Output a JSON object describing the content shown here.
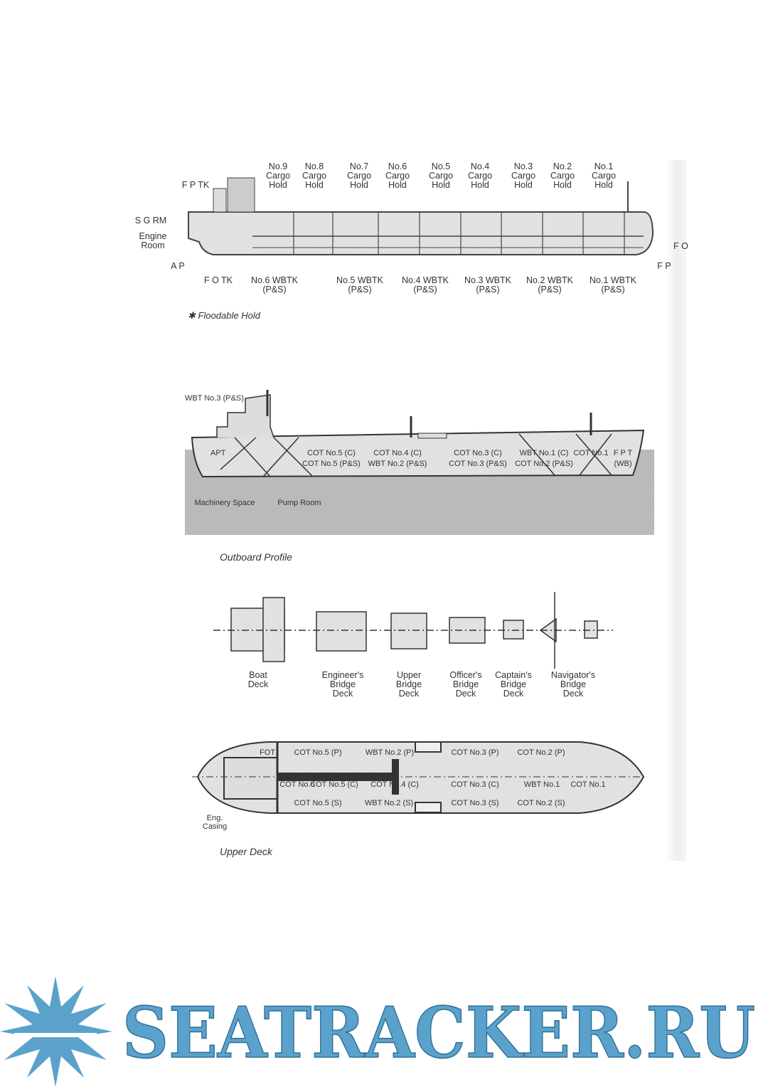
{
  "profile": {
    "holds": [
      {
        "no": "No.9",
        "l1": "Cargo",
        "l2": "Hold"
      },
      {
        "no": "No.8",
        "l1": "Cargo",
        "l2": "Hold"
      },
      {
        "no": "No.7",
        "l1": "Cargo",
        "l2": "Hold"
      },
      {
        "no": "No.6",
        "l1": "Cargo",
        "l2": "Hold"
      },
      {
        "no": "No.5",
        "l1": "Cargo",
        "l2": "Hold"
      },
      {
        "no": "No.4",
        "l1": "Cargo",
        "l2": "Hold"
      },
      {
        "no": "No.3",
        "l1": "Cargo",
        "l2": "Hold"
      },
      {
        "no": "No.2",
        "l1": "Cargo",
        "l2": "Hold"
      },
      {
        "no": "No.1",
        "l1": "Cargo",
        "l2": "Hold"
      }
    ],
    "wbtk": [
      {
        "name": "No.6 WBTK",
        "sub": "(P&S)"
      },
      {
        "name": "No.5 WBTK",
        "sub": "(P&S)"
      },
      {
        "name": "No.4 WBTK",
        "sub": "(P&S)"
      },
      {
        "name": "No.3 WBTK",
        "sub": "(P&S)"
      },
      {
        "name": "No.2 WBTK",
        "sub": "(P&S)"
      },
      {
        "name": "No.1 WBTK",
        "sub": "(P&S)"
      }
    ],
    "fptk": "F P TK",
    "sgrm": "S G RM",
    "engine_room_1": "Engine",
    "engine_room_2": "Room",
    "ap": "A P",
    "fp": "F P",
    "fotk": "F O TK",
    "fo_edge": "F O",
    "floodable_note": "✱ Floodable Hold"
  },
  "outboard": {
    "wbt3": "WBT No.3 (P&S)",
    "apt": "APT",
    "cot5c": "COT No.5 (C)",
    "cot5ps": "COT No.5 (P&S)",
    "cot4c": "COT No.4 (C)",
    "wbt2ps": "WBT No.2 (P&S)",
    "cot3c": "COT No.3 (C)",
    "cot3ps": "COT No.3 (P&S)",
    "wbt1c": "WBT No.1 (C)",
    "cot2ps": "COT No.2 (P&S)",
    "cot1": "COT No.1",
    "fpt": "F P T",
    "wb": "(WB)",
    "machinery": "Machinery Space",
    "pump": "Pump Room",
    "caption": "Outboard Profile"
  },
  "decks": [
    {
      "l1": "Boat",
      "l2": "Deck",
      "l3": ""
    },
    {
      "l1": "Engineer's",
      "l2": "Bridge",
      "l3": "Deck"
    },
    {
      "l1": "Upper",
      "l2": "Bridge",
      "l3": "Deck"
    },
    {
      "l1": "Officer's",
      "l2": "Bridge",
      "l3": "Deck"
    },
    {
      "l1": "Captain's",
      "l2": "Bridge",
      "l3": "Deck"
    },
    {
      "l1": "Navigator's",
      "l2": "Bridge",
      "l3": "Deck"
    }
  ],
  "upper_deck": {
    "fot": "FOT",
    "cot5p": "COT No.5 (P)",
    "wbt2p": "WBT No.2 (P)",
    "cot3p": "COT No.3 (P)",
    "cot2p": "COT No.2 (P)",
    "cot6": "COT No.6",
    "cot5c": "COT No.5 (C)",
    "cot4c": "COT No.4 (C)",
    "cot3c": "COT No.3 (C)",
    "wbt1": "WBT No.1",
    "cot1": "COT No.1",
    "cot5s": "COT No.5 (S)",
    "wbt2s": "WBT No.2 (S)",
    "cot3s": "COT No.3 (S)",
    "cot2s": "COT No.2 (S)",
    "eng1": "Eng.",
    "eng2": "Casing",
    "caption": "Upper Deck"
  },
  "logo": {
    "text": "SEATRACKER.RU",
    "color": "#5aa2cc"
  }
}
